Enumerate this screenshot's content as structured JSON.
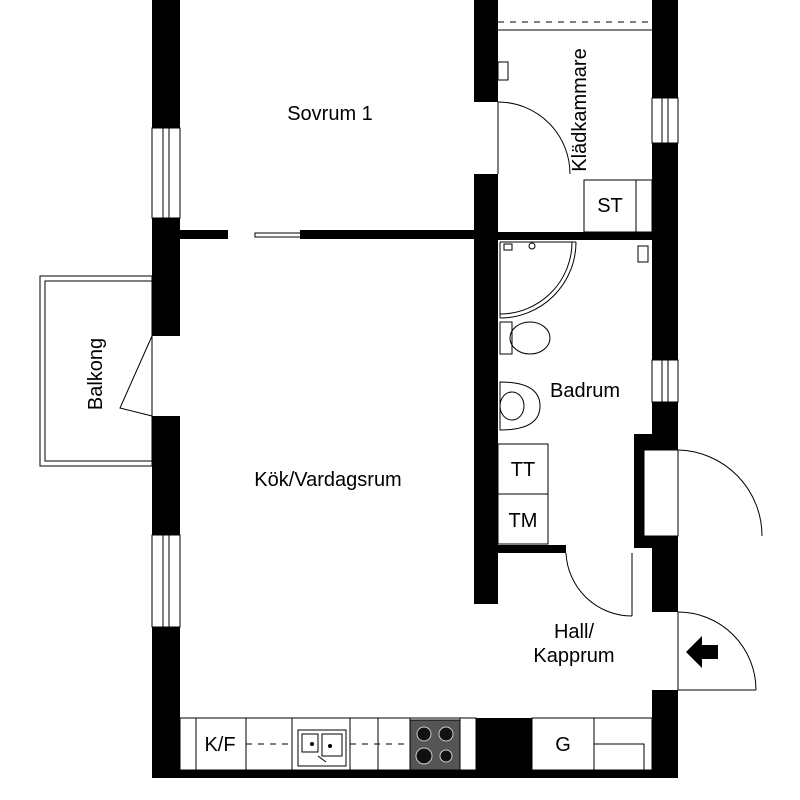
{
  "rooms": {
    "bedroom": "Sovrum 1",
    "wardrobe": "Klädkammare",
    "balcony": "Balkong",
    "living": "Kök/Vardagsrum",
    "bathroom": "Badrum",
    "hall_line1": "Hall/",
    "hall_line2": "Kapprum"
  },
  "fixtures": {
    "storage": "ST",
    "dryer": "TT",
    "washer": "TM",
    "fridge": "K/F",
    "garbage": "G"
  },
  "icons": {
    "entrance": "entrance-arrow-icon",
    "stove": "stove-icon",
    "sink": "kitchen-sink-icon",
    "toilet": "toilet-icon",
    "washbasin": "washbasin-icon",
    "shower": "shower-icon"
  }
}
